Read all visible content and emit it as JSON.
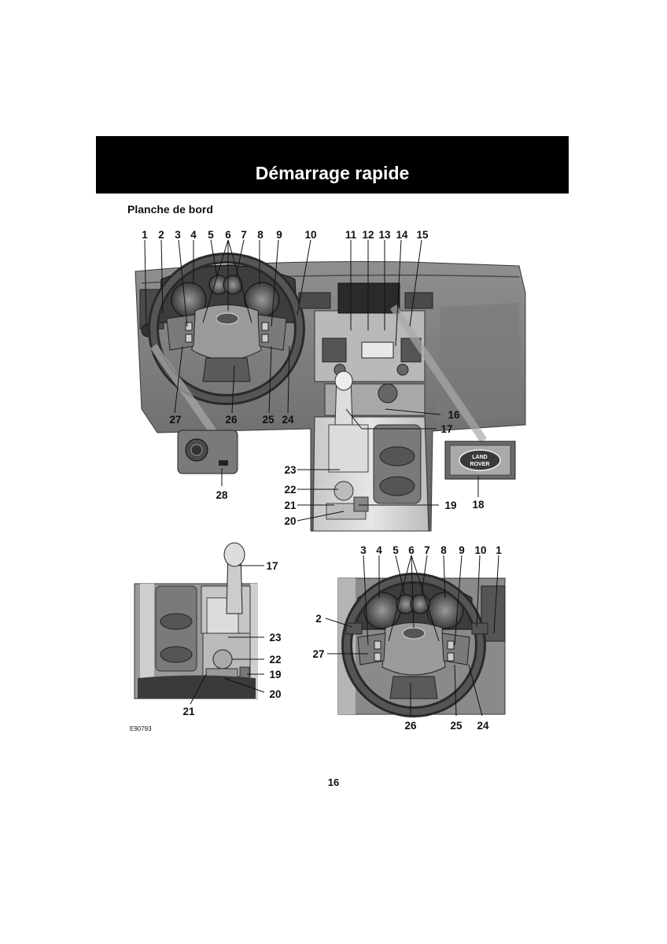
{
  "header": {
    "title": "Démarrage rapide"
  },
  "section": {
    "title": "Planche de bord"
  },
  "figure": {
    "callouts_top": [
      "1",
      "2",
      "3",
      "4",
      "5",
      "6",
      "7",
      "8",
      "9",
      "10",
      "11",
      "12",
      "13",
      "14",
      "15"
    ],
    "callouts_main_other": [
      "16",
      "17",
      "18",
      "19",
      "20",
      "21",
      "22",
      "23",
      "24",
      "25",
      "26",
      "27",
      "28"
    ],
    "console_callouts": [
      "17",
      "23",
      "22",
      "19",
      "20",
      "21"
    ],
    "steering_callouts_top": [
      "3",
      "4",
      "5",
      "6",
      "7",
      "8",
      "9",
      "10",
      "1"
    ],
    "steering_callouts_other": [
      "2",
      "27",
      "26",
      "25",
      "24"
    ],
    "badge_text": [
      "LAND",
      "ROVER"
    ],
    "figure_code": "E90793"
  },
  "page_number": "16"
}
